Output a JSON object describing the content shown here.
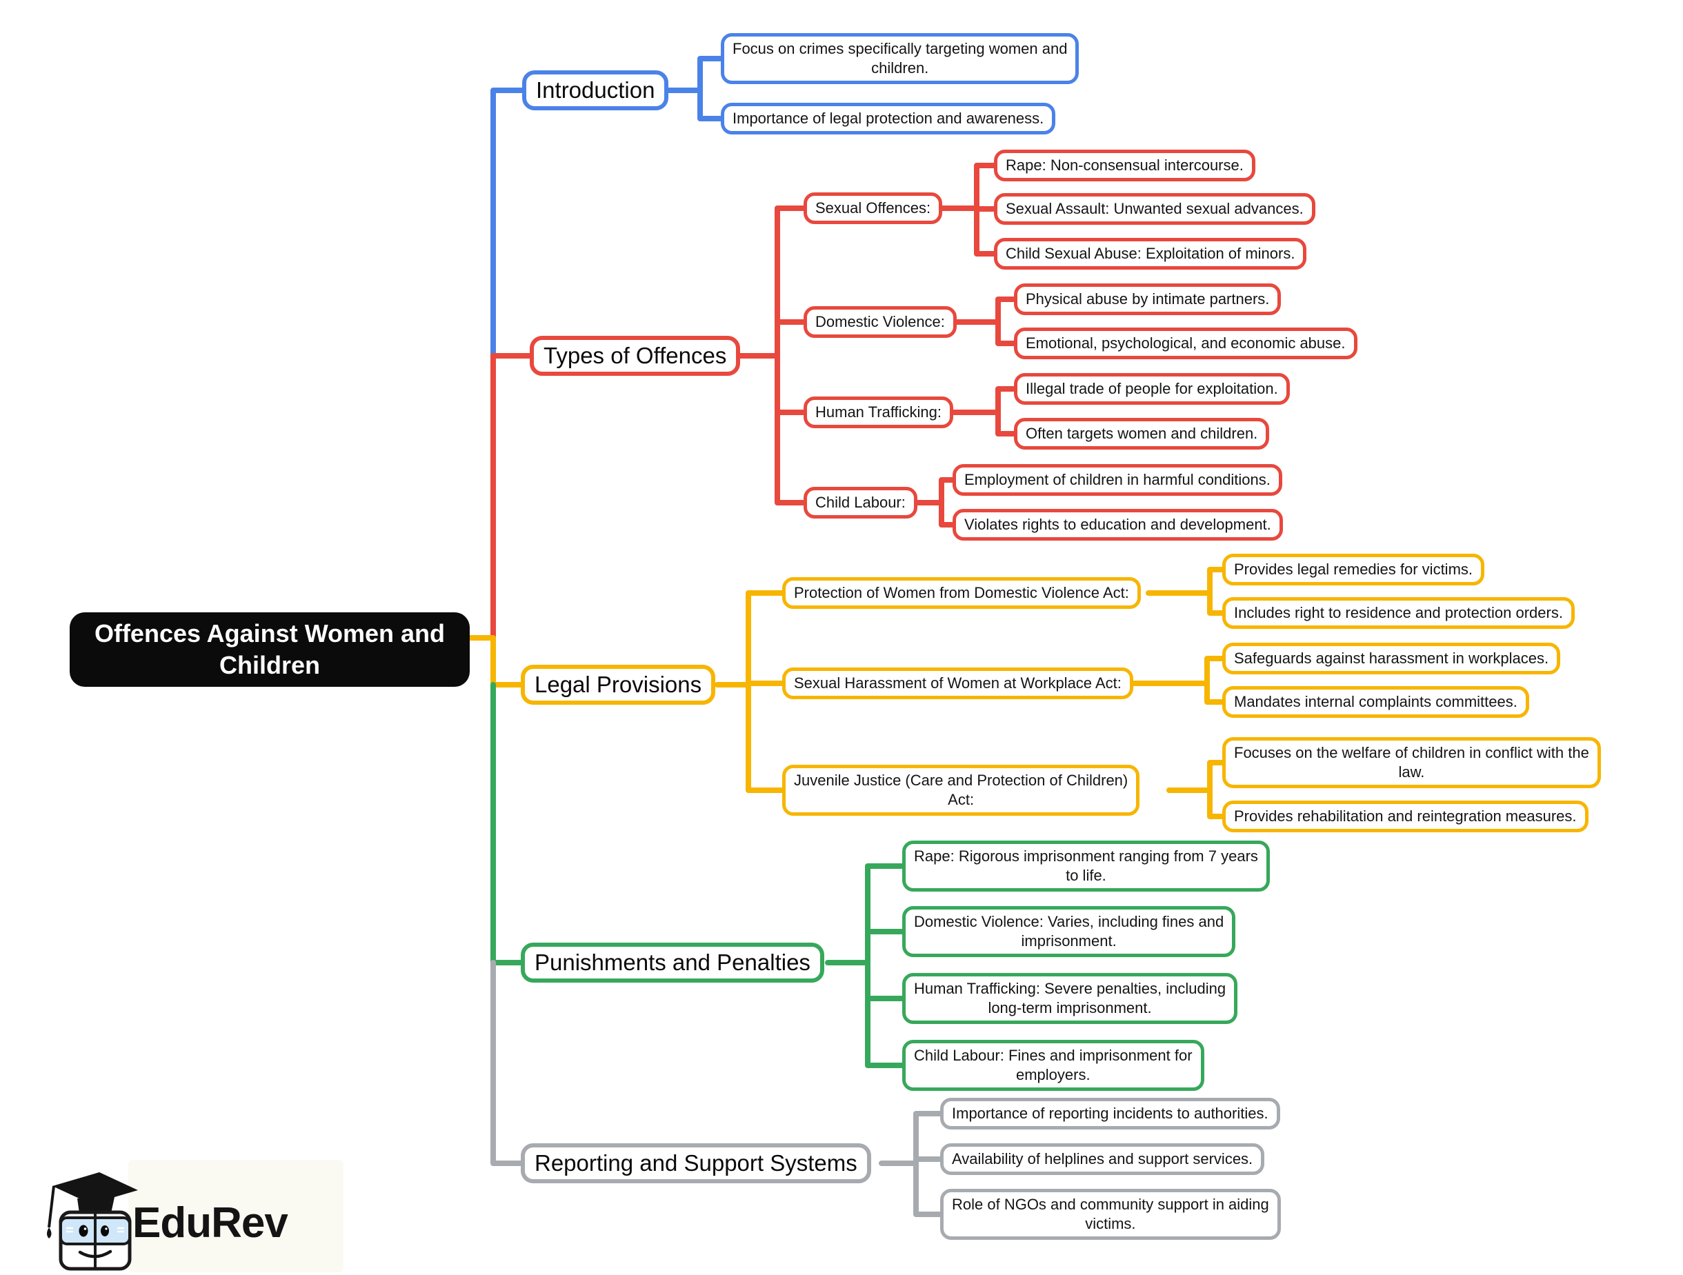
{
  "root": {
    "label": "Offences Against Women and\nChildren"
  },
  "colors": {
    "blue": "#4b82e8",
    "red": "#e8483d",
    "yellow": "#f7b500",
    "green": "#37a85b",
    "gray": "#a7abb0",
    "root_bg": "#0b0b0b"
  },
  "branches": [
    {
      "label": "Introduction",
      "color": "blue",
      "children": [
        {
          "label": "Focus on crimes specifically targeting women and\nchildren."
        },
        {
          "label": "Importance of legal protection and awareness."
        }
      ]
    },
    {
      "label": "Types of Offences",
      "color": "red",
      "children": [
        {
          "label": "Sexual Offences:",
          "children": [
            {
              "label": "Rape: Non-consensual intercourse."
            },
            {
              "label": "Sexual Assault: Unwanted sexual advances."
            },
            {
              "label": "Child Sexual Abuse: Exploitation of minors."
            }
          ]
        },
        {
          "label": "Domestic Violence:",
          "children": [
            {
              "label": "Physical abuse by intimate partners."
            },
            {
              "label": "Emotional, psychological, and economic abuse."
            }
          ]
        },
        {
          "label": "Human Trafficking:",
          "children": [
            {
              "label": "Illegal trade of people for exploitation."
            },
            {
              "label": "Often targets women and children."
            }
          ]
        },
        {
          "label": "Child Labour:",
          "children": [
            {
              "label": "Employment of children in harmful conditions."
            },
            {
              "label": "Violates rights to education and development."
            }
          ]
        }
      ]
    },
    {
      "label": "Legal Provisions",
      "color": "yellow",
      "children": [
        {
          "label": "Protection of Women from Domestic Violence Act:",
          "children": [
            {
              "label": "Provides legal remedies for victims."
            },
            {
              "label": "Includes right to residence and protection orders."
            }
          ]
        },
        {
          "label": "Sexual Harassment of Women at Workplace Act:",
          "children": [
            {
              "label": "Safeguards against harassment in workplaces."
            },
            {
              "label": "Mandates internal complaints committees."
            }
          ]
        },
        {
          "label": "Juvenile Justice (Care and Protection of Children)\nAct:",
          "children": [
            {
              "label": "Focuses on the welfare of children in conflict with the\nlaw."
            },
            {
              "label": "Provides rehabilitation and reintegration measures."
            }
          ]
        }
      ]
    },
    {
      "label": "Punishments and Penalties",
      "color": "green",
      "children": [
        {
          "label": "Rape: Rigorous imprisonment ranging from 7 years\nto life."
        },
        {
          "label": "Domestic Violence: Varies, including fines and\nimprisonment."
        },
        {
          "label": "Human Trafficking: Severe penalties, including\nlong-term imprisonment."
        },
        {
          "label": "Child Labour: Fines and imprisonment for\nemployers."
        }
      ]
    },
    {
      "label": "Reporting and Support Systems",
      "color": "gray",
      "children": [
        {
          "label": "Importance of reporting incidents to authorities."
        },
        {
          "label": "Availability of helplines and support services."
        },
        {
          "label": "Role of NGOs and community support in aiding\nvictims."
        }
      ]
    }
  ],
  "logo": {
    "brand": "EduRev"
  }
}
